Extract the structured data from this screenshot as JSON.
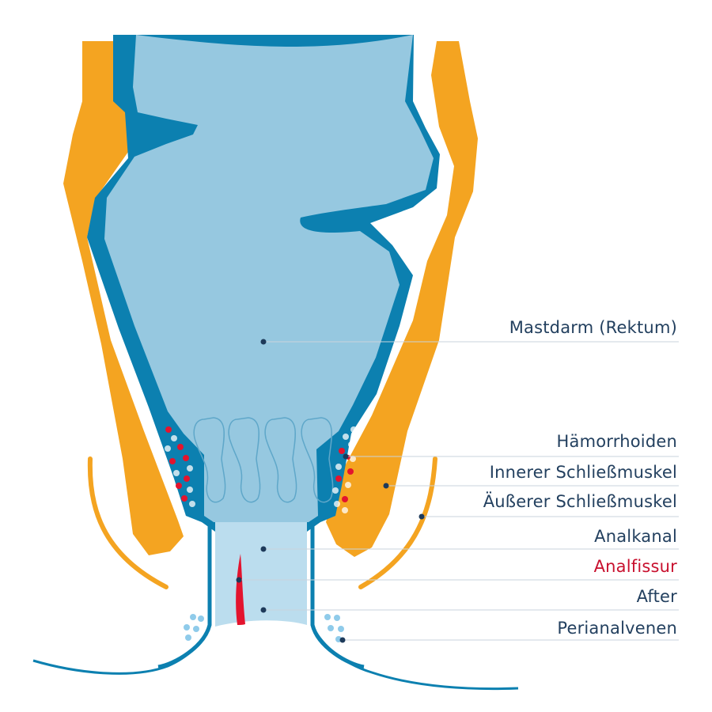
{
  "colors": {
    "orange": "#F4A421",
    "blue": "#0C80B0",
    "lumen": "#96C8E0",
    "canal": "#BBDDEE",
    "red": "#E3142E",
    "dot": "#1E3A5A",
    "text": "#23405F",
    "fissure_text": "#C8102E",
    "leader": "#C9D3DC"
  },
  "labels": {
    "rektum": "Mastdarm (Rektum)",
    "haemorrhoiden": "Hämorrhoiden",
    "innerer": "Innerer Schließmuskel",
    "aeusserer": "Äußerer Schließmuskel",
    "analkanal": "Analkanal",
    "analfissur": "Analfissur",
    "after": "After",
    "perianalvenen": "Perianalvenen"
  }
}
